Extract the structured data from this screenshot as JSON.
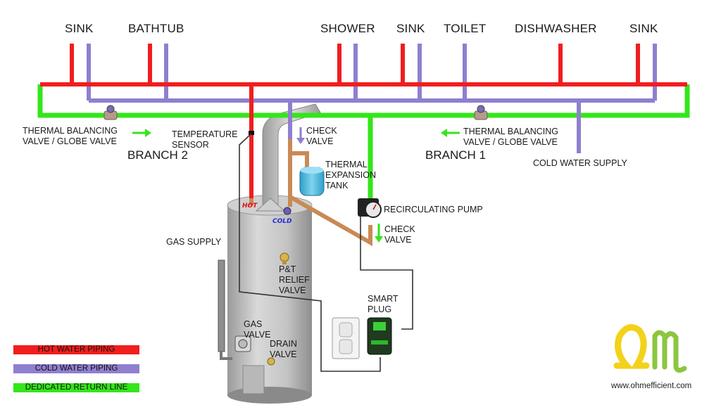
{
  "fixtures": {
    "sink_1": "SINK",
    "bathtub": "BATHTUB",
    "shower": "SHOWER",
    "sink_2": "SINK",
    "toilet": "TOILET",
    "dishwasher": "DISHWASHER",
    "sink_3": "SINK"
  },
  "labels": {
    "thermal_balancing_left": [
      "THERMAL BALANCING",
      "VALVE / GLOBE VALVE"
    ],
    "thermal_balancing_right": [
      "THERMAL BALANCING",
      "VALVE / GLOBE VALVE"
    ],
    "temperature_sensor": [
      "TEMPERATURE",
      "SENSOR"
    ],
    "check_valve_top": [
      "CHECK",
      "VALVE"
    ],
    "check_valve_bottom": [
      "CHECK",
      "VALVE"
    ],
    "branch_2": "BRANCH 2",
    "branch_1": "BRANCH 1",
    "thermal_expansion_tank": [
      "THERMAL",
      "EXPANSION",
      "TANK"
    ],
    "cold_water_supply": "COLD WATER SUPPLY",
    "recirculating_pump": "RECIRCULATING PUMP",
    "gas_supply": "GAS SUPPLY",
    "pt_relief_valve": [
      "P&T",
      "RELIEF",
      "VALVE"
    ],
    "smart_plug": [
      "SMART",
      "PLUG"
    ],
    "gas_valve": [
      "GAS",
      "VALVE"
    ],
    "drain_valve": [
      "DRAIN",
      "VALVE"
    ],
    "hot_tag": "HOT",
    "cold_tag": "COLD"
  },
  "legend": [
    {
      "label": "HOT WATER PIPING",
      "color": "#f01e1e"
    },
    {
      "label": "COLD WATER PIPING",
      "color": "#8f7fcf"
    },
    {
      "label": "DEDICATED RETURN LINE",
      "color": "#33e61a"
    }
  ],
  "branding": {
    "logo_text": "Ωm",
    "website": "www.ohmefficient.com"
  },
  "colors": {
    "hot": "#f01e1e",
    "cold": "#8f7fcf",
    "return": "#33e61a",
    "copper": "#c98a55",
    "heater": "#c8c8c8",
    "logo_yellow": "#f2d21a",
    "logo_green": "#8cc63f"
  }
}
